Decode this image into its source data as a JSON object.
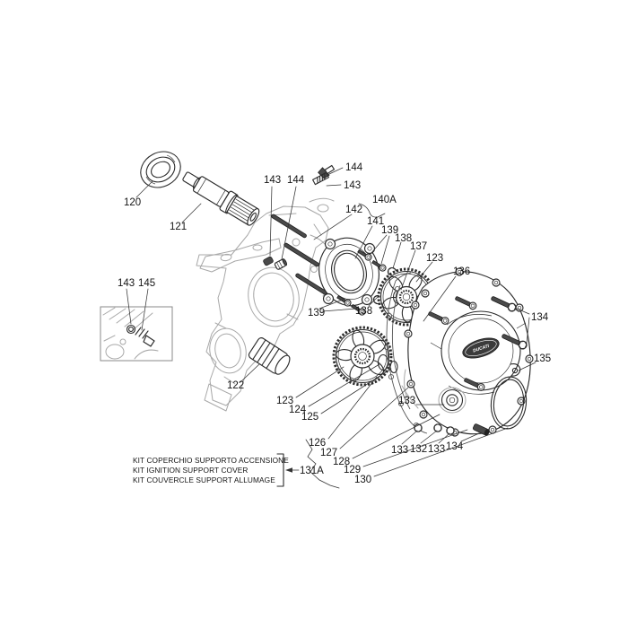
{
  "labels": {
    "120": "120",
    "121": "121",
    "122": "122",
    "123": "123",
    "124": "124",
    "125": "125",
    "126": "126",
    "127": "127",
    "128": "128",
    "129": "129",
    "130": "130",
    "131A": "131A",
    "132": "132",
    "133": "133",
    "134": "134",
    "135": "135",
    "136": "136",
    "137": "137",
    "138": "138",
    "139": "139",
    "140A": "140A",
    "141": "141",
    "142": "142",
    "143": "143",
    "144": "144",
    "145": "145"
  },
  "kit_box": {
    "line1": "KIT COPERCHIO SUPPORTO ACCENSIONE",
    "line2": "KIT IGNITION SUPPORT COVER",
    "line3": "KIT COUVERCLE SUPPORT ALLUMAGE",
    "ref": "131A"
  },
  "badge": {
    "text": "DUCATI"
  },
  "colors": {
    "line": "#2b2b2b",
    "light_line": "#a8a8a8",
    "background": "#ffffff"
  }
}
